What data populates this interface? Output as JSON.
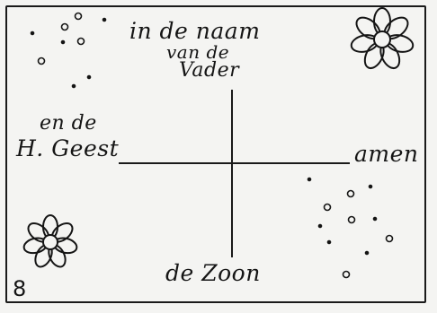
{
  "card": {
    "line_top": "in de naam",
    "line_mid": "van de",
    "line_vader": "Vader",
    "left_top": "en de",
    "left_bottom": "H. Geest",
    "right": "amen",
    "bottom": "de Zoon",
    "page_number": "8"
  },
  "colors": {
    "ink": "#151515",
    "paper": "#f4f4f2"
  },
  "icons": [
    "flower-icon",
    "dots-decoration"
  ]
}
